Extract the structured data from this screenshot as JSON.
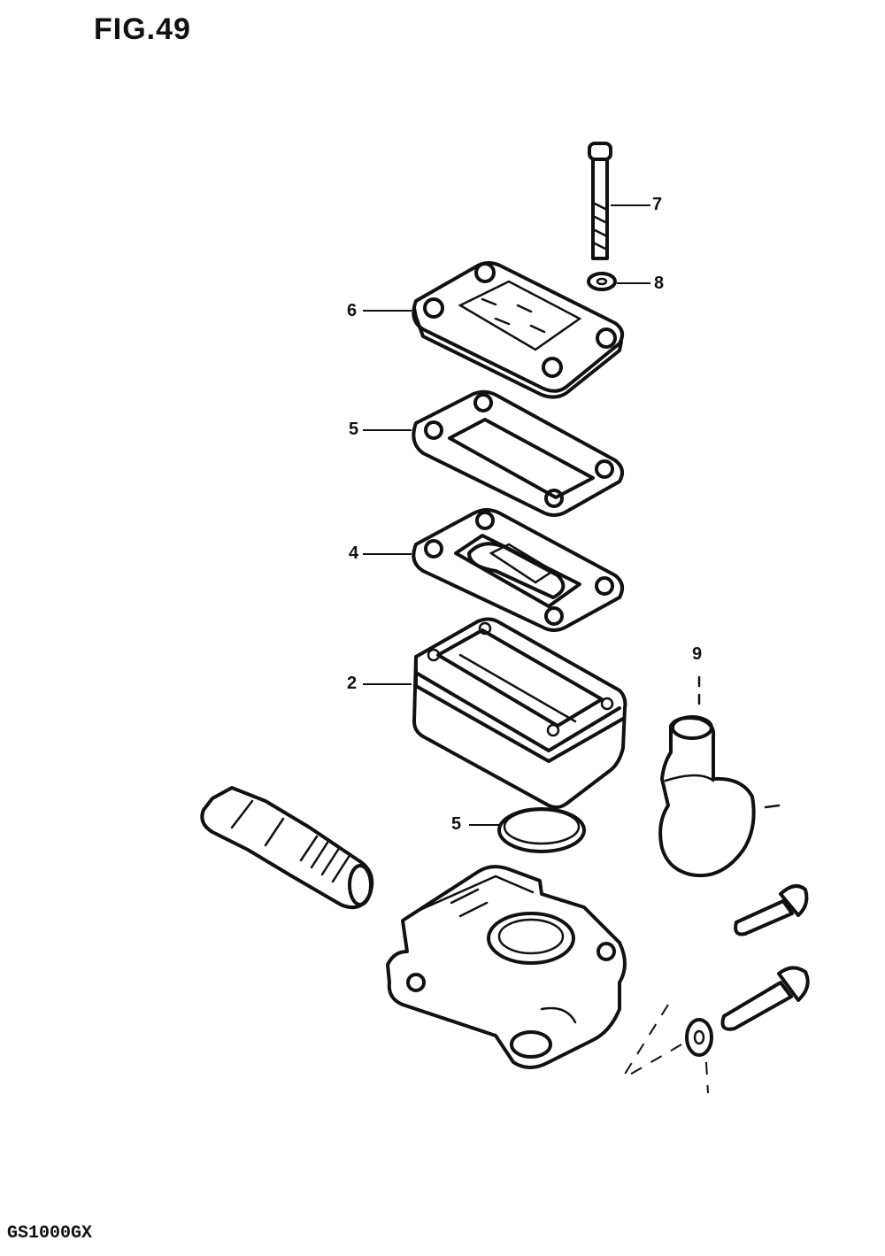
{
  "figure": {
    "title": "FIG.49",
    "model_code": "GS1000GX"
  },
  "callouts": [
    {
      "id": "7",
      "label": "7"
    },
    {
      "id": "8",
      "label": "8"
    },
    {
      "id": "6",
      "label": "6"
    },
    {
      "id": "5a",
      "label": "5"
    },
    {
      "id": "4",
      "label": "4"
    },
    {
      "id": "2",
      "label": "2"
    },
    {
      "id": "9",
      "label": "9"
    },
    {
      "id": "5b",
      "label": "5"
    }
  ],
  "parts": [
    {
      "number": "7",
      "name": "bolt"
    },
    {
      "number": "8",
      "name": "washer"
    },
    {
      "number": "6",
      "name": "reservoir-cap"
    },
    {
      "number": "5",
      "name": "plate-gasket"
    },
    {
      "number": "4",
      "name": "diaphragm"
    },
    {
      "number": "2",
      "name": "reservoir"
    },
    {
      "number": "9",
      "name": "holder"
    },
    {
      "number": "5",
      "name": "o-ring"
    }
  ]
}
